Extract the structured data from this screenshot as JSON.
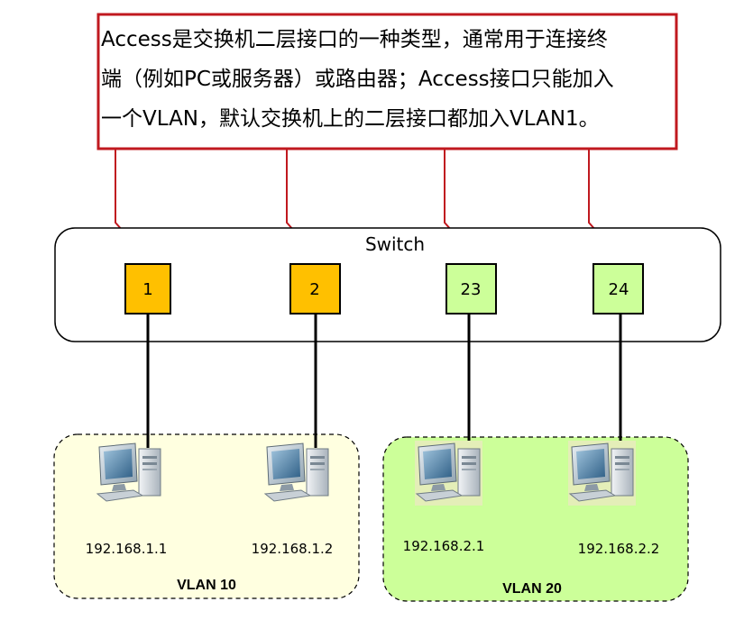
{
  "callout": {
    "lines": [
      "Access是交换机二层接口的一种类型，通常用于连接终",
      "端（例如PC或服务器）或路由器；Access接口只能加入",
      "一个VLAN，默认交换机上的二层接口都加入VLAN1。"
    ],
    "border_color": "#c0191f"
  },
  "switch": {
    "label": "Switch"
  },
  "ports": [
    {
      "label": "1",
      "color": "#ffc000"
    },
    {
      "label": "2",
      "color": "#ffc000"
    },
    {
      "label": "23",
      "color": "#ccff99"
    },
    {
      "label": "24",
      "color": "#ccff99"
    }
  ],
  "vlans": [
    {
      "label": "VLAN 10",
      "color": "#ffffe0",
      "hosts": [
        "192.168.1.1",
        "192.168.1.2"
      ]
    },
    {
      "label": "VLAN 20",
      "color": "#ccff99",
      "hosts": [
        "192.168.2.1",
        "192.168.2.2"
      ]
    }
  ],
  "icons": {
    "host": "desktop-computer-icon",
    "arrow": "arrow-icon"
  }
}
